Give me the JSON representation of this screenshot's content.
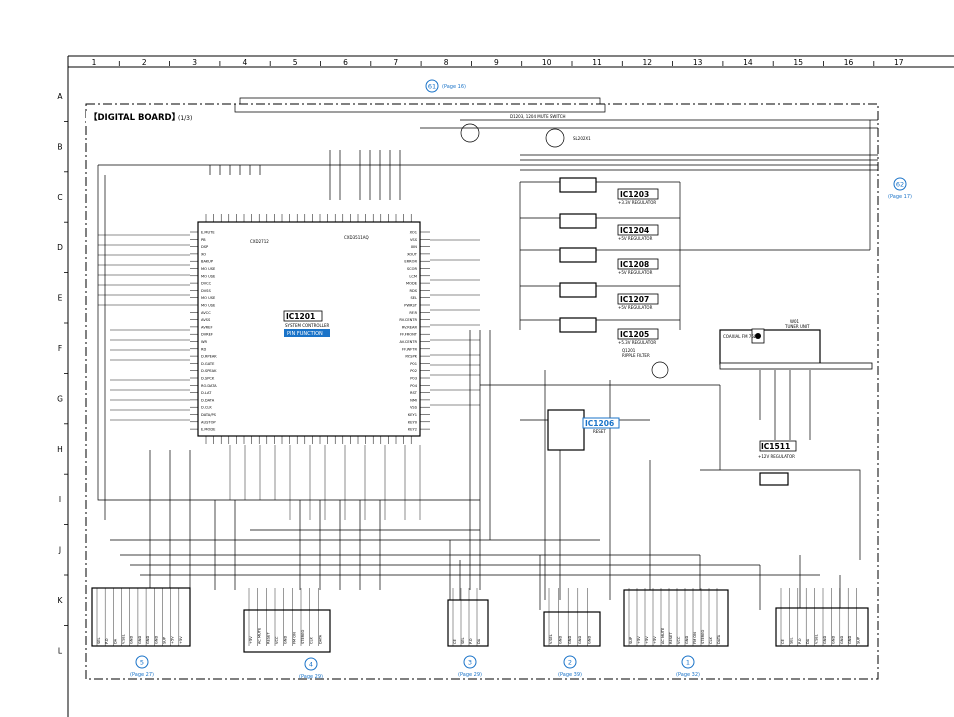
{
  "grid": {
    "columns": [
      "1",
      "2",
      "3",
      "4",
      "5",
      "6",
      "7",
      "8",
      "9",
      "10",
      "11",
      "12",
      "13",
      "14",
      "15",
      "16",
      "17"
    ],
    "rows": [
      "A",
      "B",
      "C",
      "D",
      "E",
      "F",
      "G",
      "H",
      "I",
      "J",
      "K",
      "L"
    ]
  },
  "board_title": "【DIGITAL BOARD】",
  "board_sheet": "(1/3)",
  "page_refs": [
    {
      "id": "61",
      "glyph": "61",
      "page": "(Page 16)"
    },
    {
      "id": "62",
      "glyph": "62",
      "page": "(Page 17)"
    },
    {
      "id": "5",
      "glyph": "⑤",
      "page": "(Page 27)"
    },
    {
      "id": "4",
      "glyph": "④",
      "page": "(Page 29)"
    },
    {
      "id": "3",
      "glyph": "③",
      "page": "(Page 29)"
    },
    {
      "id": "2",
      "glyph": "②",
      "page": "(Page 39)"
    },
    {
      "id": "1",
      "glyph": "①",
      "page": "(Page 32)"
    }
  ],
  "ic1201": {
    "ref": "IC1201",
    "desc": "SYSTEM CONTROLLER",
    "pin_func": "PIN FUNCTION",
    "left_pins": [
      "E.MUTE",
      "PB",
      "DSP",
      "XO",
      "BAKUP",
      "MO USE",
      "MO USE",
      "DVCC",
      "DVSS",
      "MO USE",
      "MO USE",
      "AVCC",
      "AVSS",
      "AVREF",
      "DVREF",
      "WR",
      "RD",
      "D.RPEAK",
      "D.GATE",
      "D.SPEAK",
      "D.SPCK",
      "RO.DATA",
      "D.LAT",
      "D.DATA",
      "D.CLK",
      "DATA/PS",
      "AUSTOP",
      "E.MODE"
    ],
    "right_pins": [
      "XO1",
      "VSS",
      "XIN",
      "XOUT",
      "ERROR",
      "SCOR",
      "LCM",
      "MODE",
      "RDS",
      "SEL",
      "PWRST",
      "RF.R",
      "RV.CENTR",
      "RV.REAR",
      "FF.FRONT",
      "AV.CENTR",
      "FF.WFTR",
      "RY.SPK",
      "P01",
      "P02",
      "P03",
      "P04",
      "RST",
      "NMI",
      "VSS",
      "KEY1",
      "KEY0",
      "KEY2"
    ]
  },
  "ic1201_part": "CXD2712",
  "ic1201_part2": "CXD3511AQ",
  "part_misc": "SL202X1",
  "mute_label": "D1203, 1204\nMUTE SWITCH",
  "regulators": [
    {
      "ref": "IC1203",
      "desc": "+3.3V REGULATOR"
    },
    {
      "ref": "IC1204",
      "desc": "+5V REGULATOR"
    },
    {
      "ref": "IC1208",
      "desc": "+5V REGULATOR"
    },
    {
      "ref": "IC1207",
      "desc": "+5V REGULATOR"
    },
    {
      "ref": "IC1205",
      "desc": "+5.3V REGULATOR"
    }
  ],
  "ic1206": {
    "ref": "IC1206",
    "desc": "RESET"
  },
  "ic1511": {
    "ref": "IC1511",
    "desc": "+12V REGULATOR"
  },
  "tuner": {
    "label": "TUNER UNIT",
    "ref": "W01",
    "coax": "COAXIAL\nFM 75Ω"
  },
  "ripple": {
    "ref": "Q1201",
    "desc": "RIPPLE FILTER"
  },
  "pin_labels": [
    "SEL",
    "P.O",
    "DA",
    "V.SEL",
    "GND",
    "GND",
    "GND",
    "GND",
    "SUP",
    "+5V",
    "+5V",
    "+5V",
    "AC MUTE",
    "RESET",
    "VCC",
    "GND",
    "FM ON",
    "STEREO",
    "CLK",
    "DATA",
    "CE"
  ],
  "colors": {
    "ink": "#000000",
    "link": "#1a73c8",
    "paper": "#ffffff"
  }
}
